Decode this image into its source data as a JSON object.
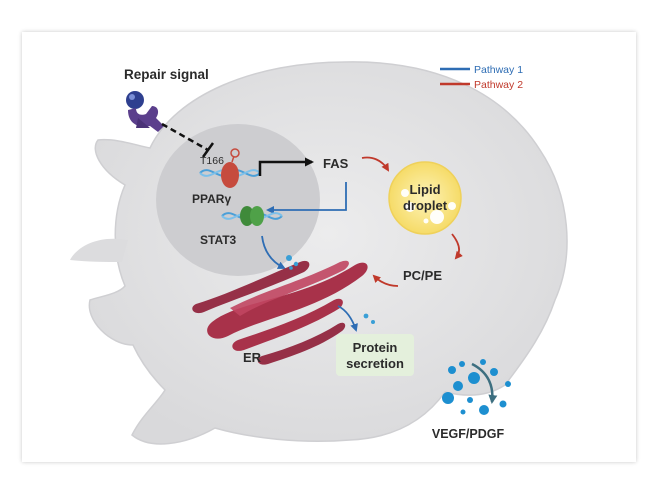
{
  "legend": {
    "pathway1": {
      "label": "Pathway 1",
      "color": "#2e6db4"
    },
    "pathway2": {
      "label": "Pathway 2",
      "color": "#c0392b"
    }
  },
  "labels": {
    "repair_signal": "Repair signal",
    "t166": "T166",
    "ppar": "PPARγ",
    "stat3": "STAT3",
    "fas": "FAS",
    "lipid_line1": "Lipid",
    "lipid_line2": "droplet",
    "pcpe": "PC/PE",
    "er": "ER",
    "protein_line1": "Protein",
    "protein_line2": "secretion",
    "vegf": "VEGF/PDGF"
  },
  "colors": {
    "cell": "#e3e3e4",
    "nucleus": "#cfcfd1",
    "er": "#a8324a",
    "lipid": "#f7e38a",
    "protein_box": "#e4f0dc",
    "receptor": "#5b3f8c",
    "ppar_protein": "#c64b3e",
    "stat3_protein": "#3f8a3a",
    "dna": "#4a9fd8",
    "dots": "#3a9fd6"
  }
}
